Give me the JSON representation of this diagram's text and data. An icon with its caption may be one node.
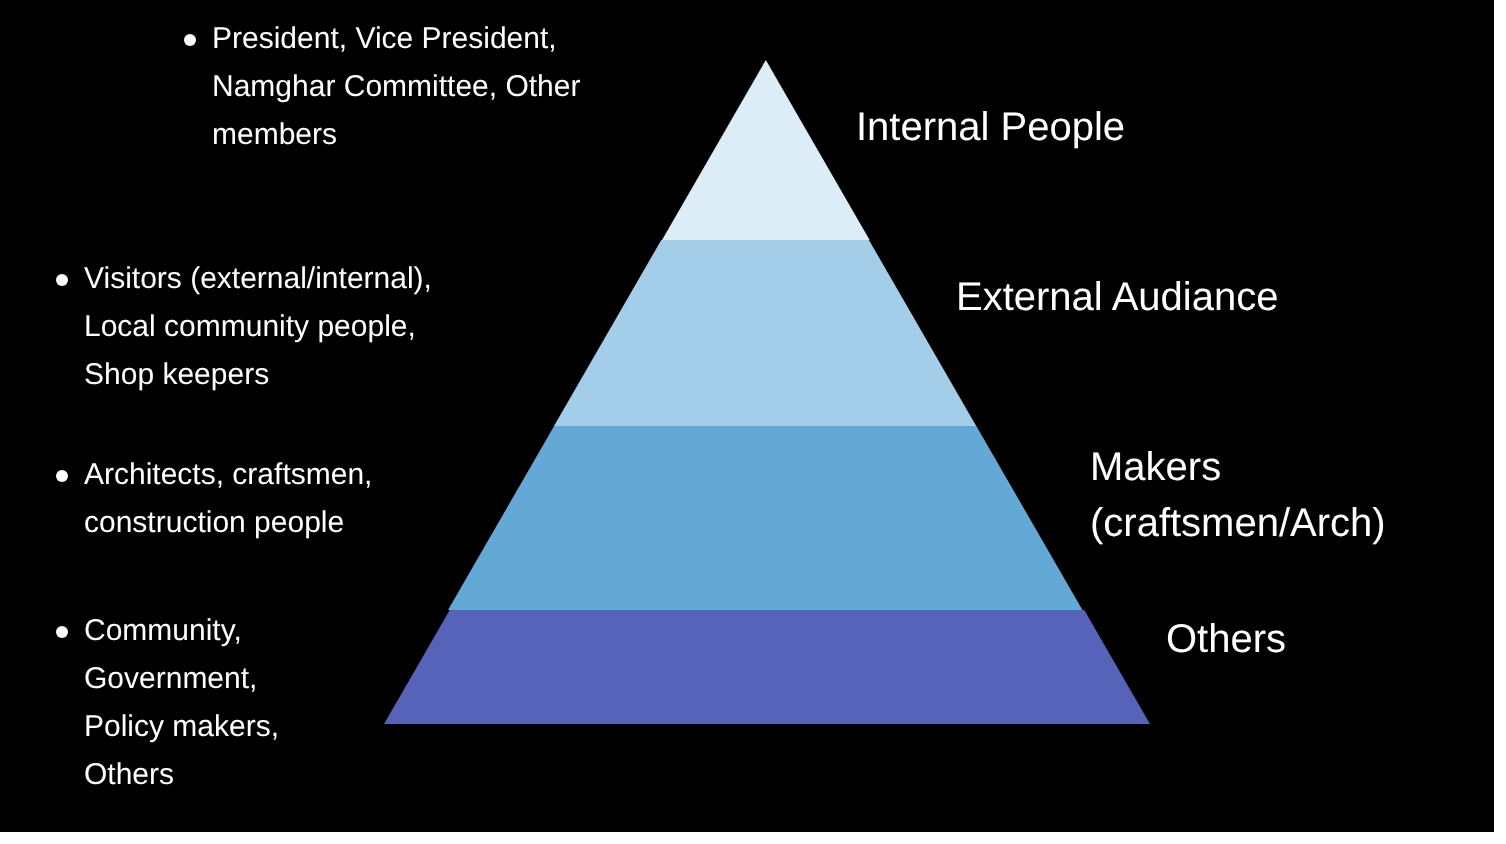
{
  "diagram": {
    "nodes": [
      {
        "text": [],
        "shape": "triangle",
        "beside": [
          "Internal People"
        ]
      },
      {
        "text": [],
        "shape": "band",
        "beside": [
          "External Audiance"
        ]
      },
      {
        "text": [],
        "shape": "band",
        "beside": [
          "Makers (craftsmen/Arch)"
        ]
      },
      {
        "text": [],
        "shape": "band",
        "beside": [
          "Others"
        ]
      }
    ],
    "edges": [],
    "labels": [
      "President, Vice President, Namghar Committee, Other members",
      "Visitors (external/internal), Local community people, Shop keepers",
      "Architects, craftsmen, construction people",
      "Community, Government, Policy makers, Others"
    ]
  }
}
